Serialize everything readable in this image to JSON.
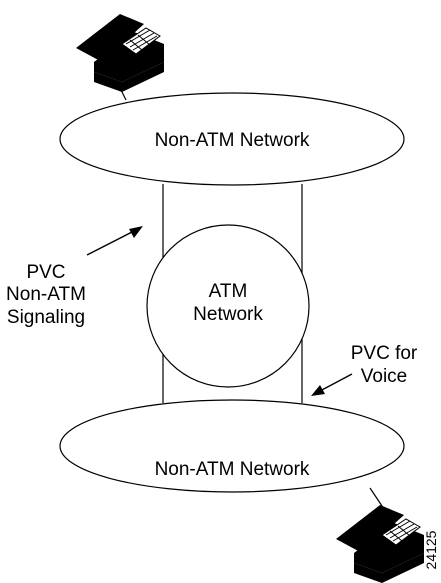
{
  "diagram": {
    "top_network_label": "Non-ATM Network",
    "bottom_network_label": "Non-ATM Network",
    "atm_network_line1": "ATM",
    "atm_network_line2": "Network",
    "pvc_signaling_line1": "PVC",
    "pvc_signaling_line2": "Non-ATM",
    "pvc_signaling_line3": "Signaling",
    "pvc_voice_line1": "PVC for",
    "pvc_voice_line2": "Voice",
    "figure_id": "24125",
    "icons": [
      "telephone-icon",
      "telephone-icon"
    ]
  }
}
